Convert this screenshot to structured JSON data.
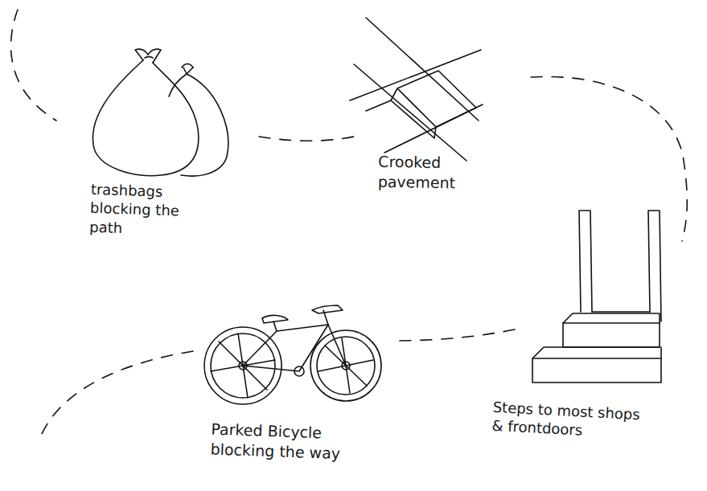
{
  "diagram": {
    "labels": [
      "trashbags blocking the path",
      "Crooked pavement",
      "Steps to most shops & frontdoors",
      "Parked Bicycle blocking the way"
    ]
  }
}
